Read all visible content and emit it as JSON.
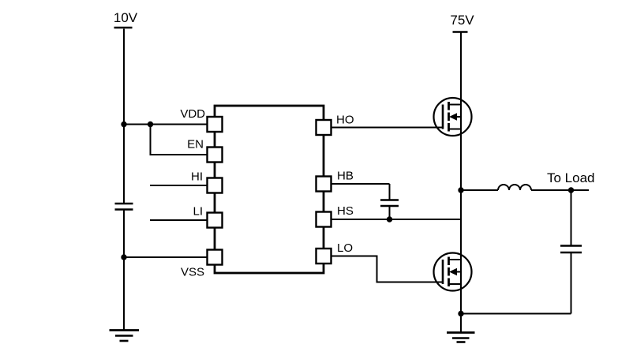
{
  "colors": {
    "background": "#ffffff",
    "line": "#000000"
  },
  "supply_left": {
    "label": "10V"
  },
  "supply_right": {
    "label": "75V"
  },
  "ic": {
    "left_pins": [
      "VDD",
      "EN",
      "HI",
      "LI",
      "VSS"
    ],
    "right_pins": [
      "HO",
      "HB",
      "HS",
      "LO"
    ]
  },
  "load": {
    "label": "To Load"
  },
  "components": {
    "ic": "gate-driver-ic-8pin",
    "high_side_transistor": "n-channel-mosfet",
    "low_side_transistor": "n-channel-mosfet",
    "input_capacitor": "capacitor",
    "bootstrap_capacitor": "capacitor",
    "output_capacitor": "capacitor",
    "output_inductor": "inductor",
    "ground_left": "ground-symbol",
    "ground_right": "ground-symbol"
  }
}
